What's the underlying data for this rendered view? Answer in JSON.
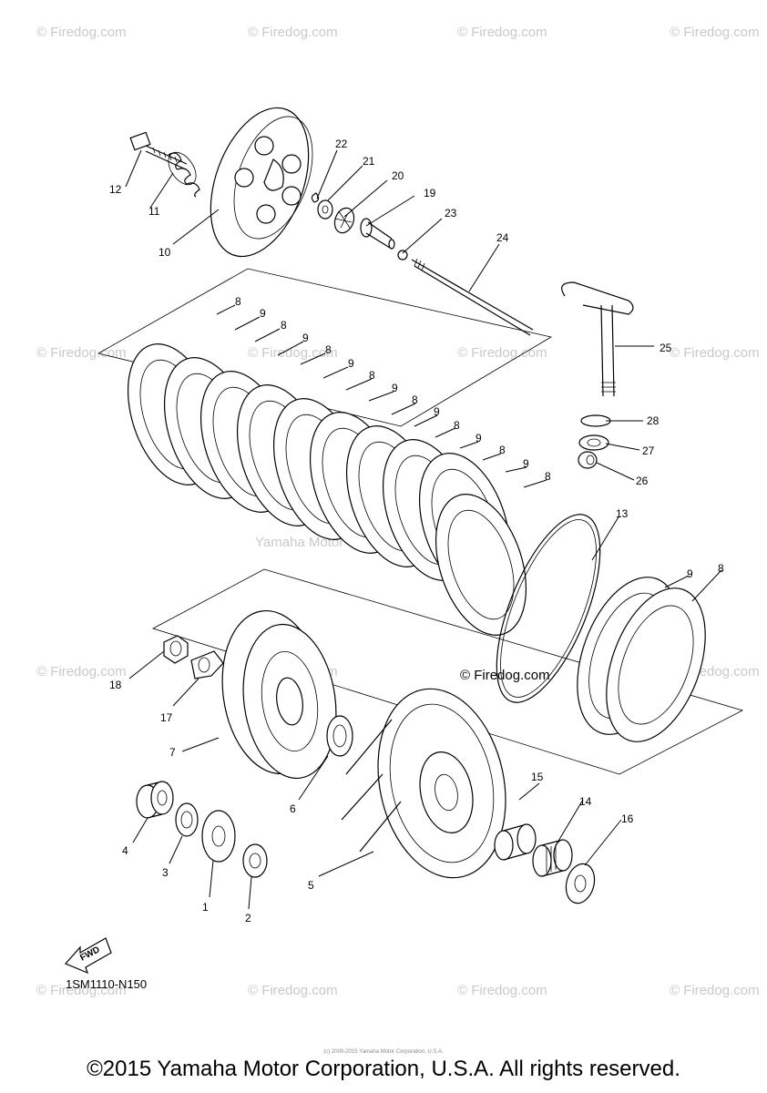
{
  "diagram_code": "1SM1110-N150",
  "fwd_label": "FWD",
  "firedog_label": "© Firedog.com",
  "watermark_text": "© Firedog.com",
  "center_watermark": "Yamaha Motor Corp USA",
  "tiny_credit": "(c) 2000-2015 Yamaha Motor Corporation, U.S.A.",
  "copyright": "©2015 Yamaha Motor Corporation, U.S.A. All rights reserved.",
  "callouts": {
    "c1": "1",
    "c2": "2",
    "c3": "3",
    "c4": "4",
    "c5": "5",
    "c6": "6",
    "c7": "7",
    "c8a": "8",
    "c8b": "8",
    "c8c": "8",
    "c8d": "8",
    "c8e": "8",
    "c8f": "8",
    "c8g": "8",
    "c8h": "8",
    "c9a": "9",
    "c9b": "9",
    "c9c": "9",
    "c9d": "9",
    "c9e": "9",
    "c9f": "9",
    "c9g": "9",
    "c10": "10",
    "c11": "11",
    "c12": "12",
    "c13": "13",
    "c14": "14",
    "c15": "15",
    "c16": "16",
    "c17": "17",
    "c18": "18",
    "c19": "19",
    "c20": "20",
    "c21": "21",
    "c22": "22",
    "c23": "23",
    "c24": "24",
    "c25": "25",
    "c26": "26",
    "c27": "27",
    "c28": "28"
  }
}
